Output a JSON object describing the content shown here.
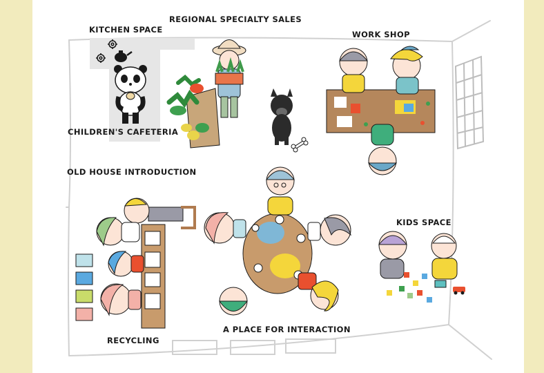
{
  "labels": {
    "kitchen_space": "KITCHEN SPACE",
    "regional_specialty_sales": "REGIONAL SPECIALTY SALES",
    "work_shop": "WORK SHOP",
    "childrens_cafeteria": "CHILDREN'S CAFETERIA",
    "old_house_introduction": "OLD HOUSE INTRODUCTION",
    "kids_space": "KIDS SPACE",
    "a_place_for_interaction": "A PLACE FOR INTERACTION",
    "recycling": "RECYCLING"
  },
  "colors": {
    "side_band": "#f2ebbd",
    "panel": "#ffffff",
    "kitchen_floor": "#e6e6e6",
    "table_wood": "#c89b6c",
    "outline": "#1a1a1a"
  },
  "icons": [
    "panda-icon",
    "teapot-icon",
    "gear-icon",
    "farmer-icon",
    "vegetable-cart-icon",
    "dog-icon",
    "bone-icon",
    "window-icon",
    "workshop-table-icon",
    "round-table-icon",
    "recycle-box-icon",
    "toy-blocks-icon",
    "toy-car-icon",
    "person-icon"
  ]
}
